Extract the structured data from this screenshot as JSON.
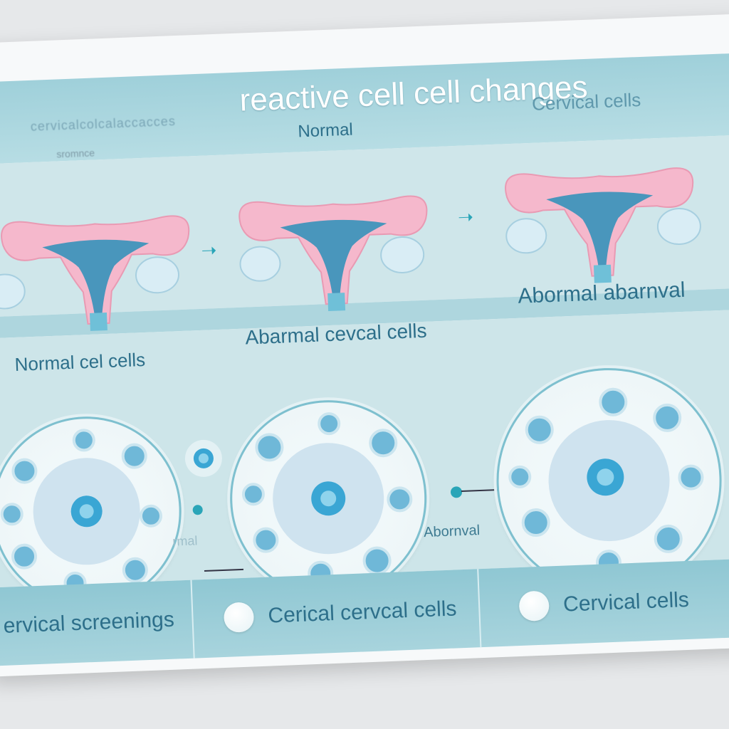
{
  "header": {
    "title": "reactive cell cell changes",
    "blurred_text": "cervicalcolcalaccacces",
    "sub_blurred_text": "sromnce",
    "normal_label": "Normal",
    "cervical_cells_label": "Cervical cells"
  },
  "diagrams": [
    {
      "label": "Normal cel cells"
    },
    {
      "label": "Abarmal cevcal cells"
    },
    {
      "label": "Abormal abarnval"
    }
  ],
  "microscopy": {
    "left_label": "rmal",
    "right_label": "Abornval"
  },
  "footer": {
    "items": [
      {
        "label": "ervical screenings",
        "has_circle": false
      },
      {
        "label": "Cerical cervcal cells",
        "has_circle": true
      },
      {
        "label": "Cervical cells",
        "has_circle": true
      }
    ]
  },
  "colors": {
    "uterus_pink": "#f5b8cc",
    "uterus_blue": "#2a8fb8",
    "ovary": "#d9edf5",
    "band": "#9fd0da",
    "cell": "#3aa6d4"
  }
}
